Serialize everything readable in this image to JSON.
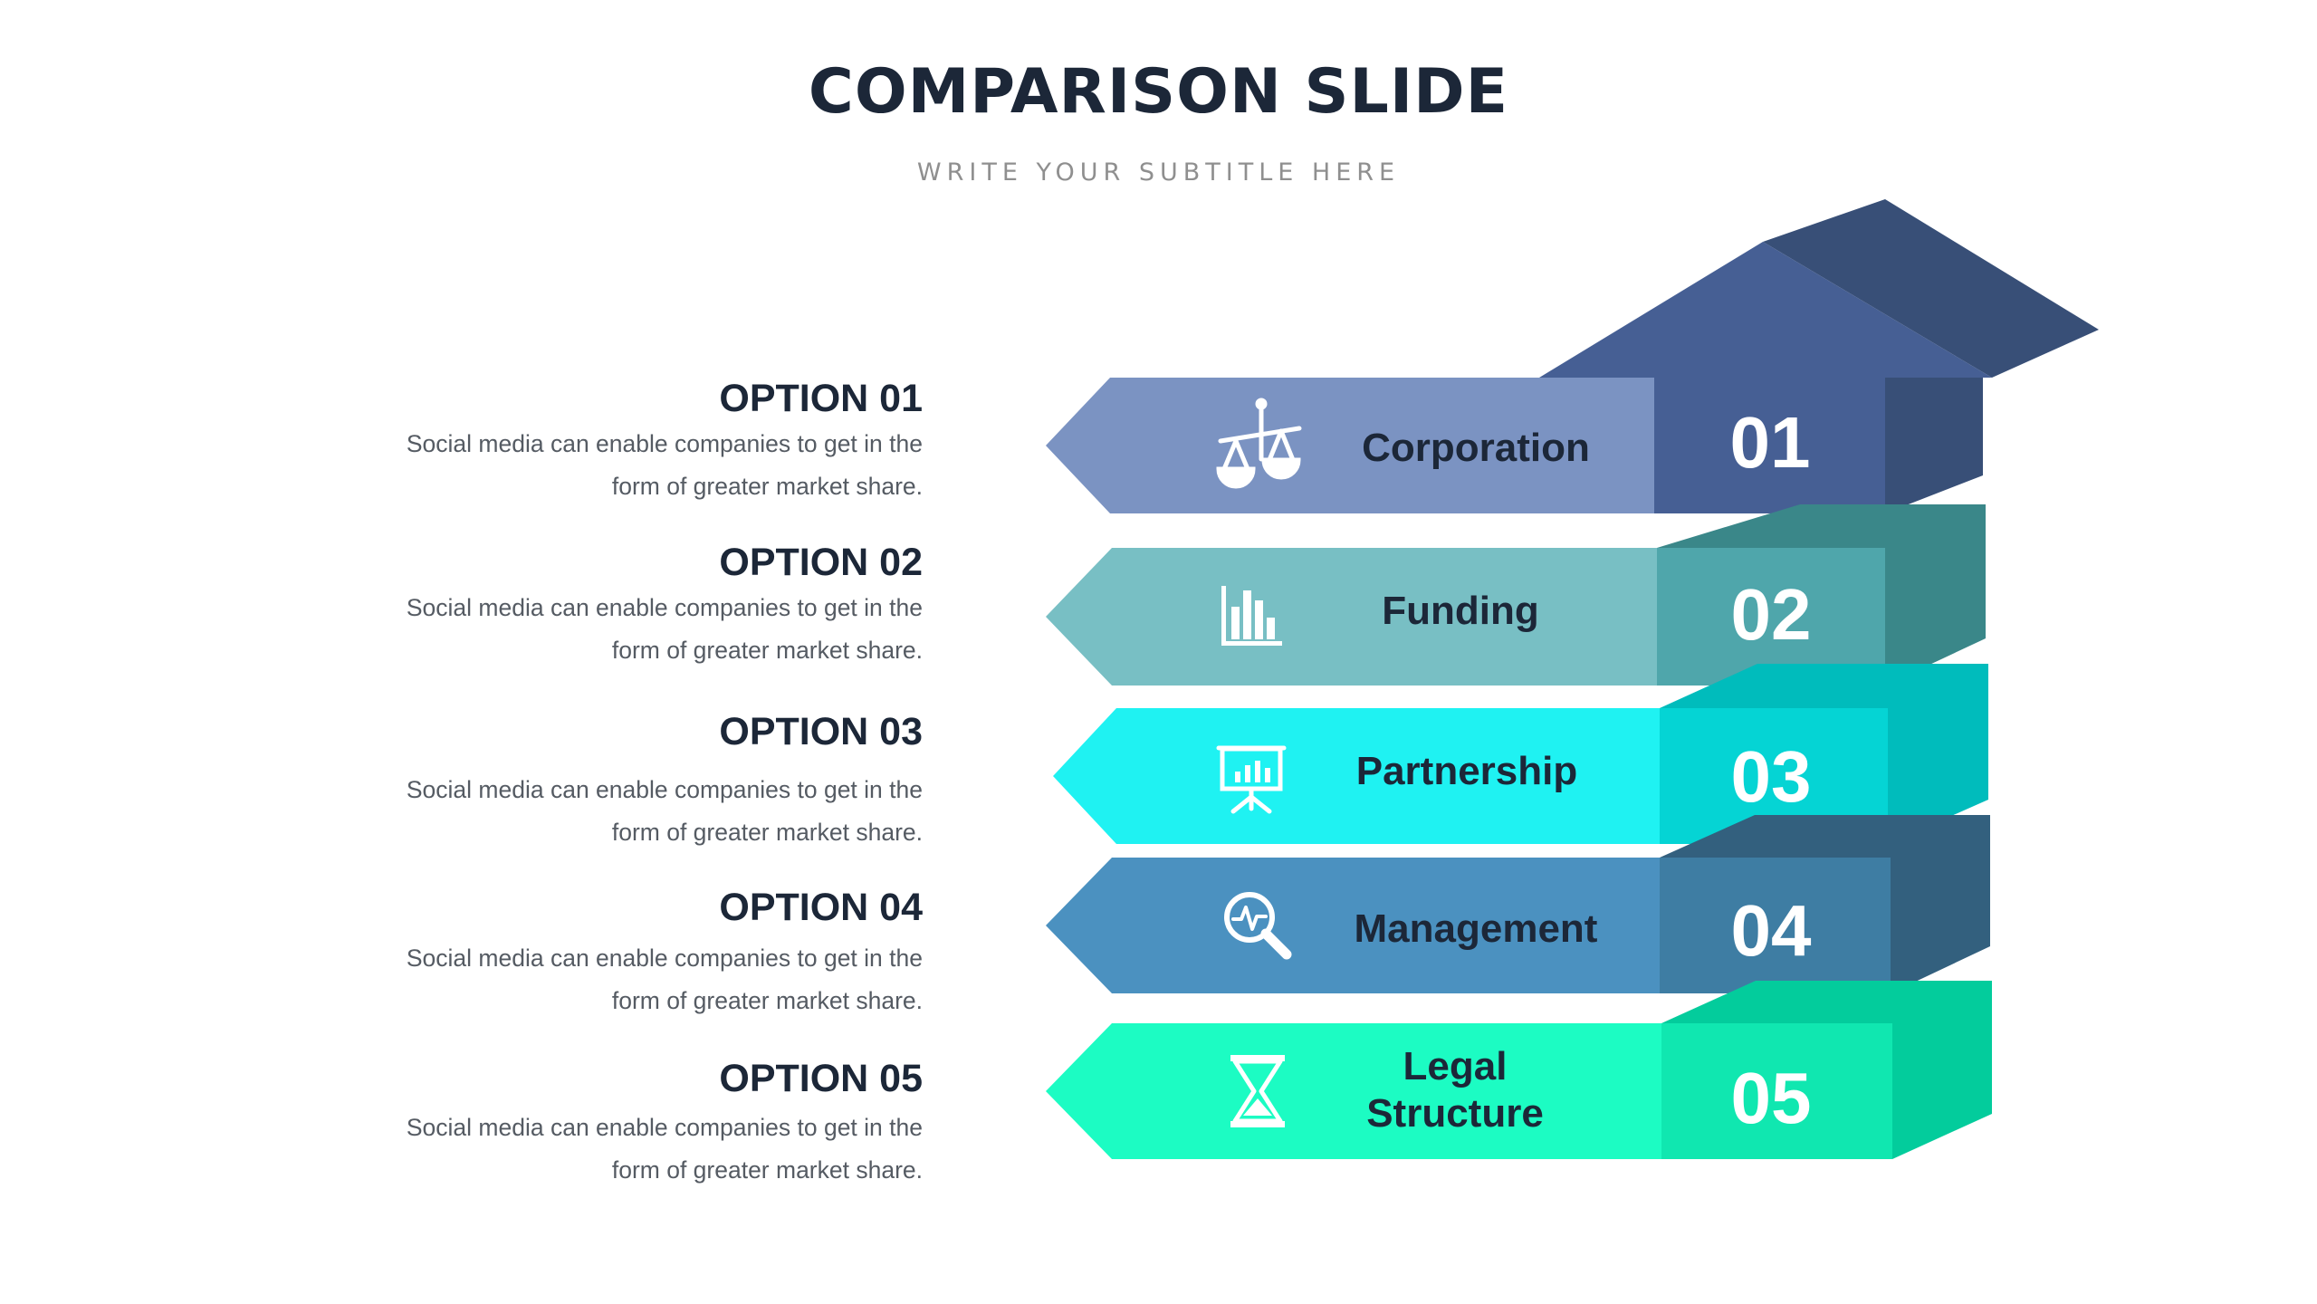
{
  "title": "COMPARISON SLIDE",
  "subtitle": "WRITE YOUR SUBTITLE HERE",
  "options": [
    {
      "title": "OPTION 01",
      "desc_line1": "Social media can enable companies to get in the",
      "desc_line2": "form of greater market share."
    },
    {
      "title": "OPTION 02",
      "desc_line1": "Social media can enable companies to get in the",
      "desc_line2": "form of greater market share."
    },
    {
      "title": "OPTION 03",
      "desc_line1": "Social media can enable companies to get in the",
      "desc_line2": "form of greater market share."
    },
    {
      "title": "OPTION 04",
      "desc_line1": "Social media can enable companies to get in the",
      "desc_line2": "form of greater market share."
    },
    {
      "title": "OPTION 05",
      "desc_line1": "Social media can enable companies to get in the",
      "desc_line2": "form of greater market share."
    }
  ],
  "steps": [
    {
      "label": "Corporation",
      "number": "01",
      "icon": "scales-icon",
      "colors": {
        "arrow": "#7b93c2",
        "front": "#465f94",
        "side": "#384f77"
      }
    },
    {
      "label": "Funding",
      "number": "02",
      "icon": "bar-chart-icon",
      "colors": {
        "arrow": "#78bfc4",
        "front": "#4fa6ab",
        "side": "#3a8789"
      }
    },
    {
      "label": "Partnership",
      "number": "03",
      "icon": "presentation-board-icon",
      "colors": {
        "arrow": "#1ff2f2",
        "front": "#05d4d4",
        "side": "#00bcbc"
      }
    },
    {
      "label": "Management",
      "number": "04",
      "icon": "magnifier-pulse-icon",
      "colors": {
        "arrow": "#4b91c0",
        "front": "#3e7da3",
        "side": "#33607e"
      }
    },
    {
      "label_line1": "Legal",
      "label_line2": "Structure",
      "number": "05",
      "icon": "hourglass-icon",
      "colors": {
        "arrow": "#1cfcc3",
        "front": "#10e7b0",
        "side": "#03cc9c"
      }
    }
  ],
  "roof_colors": {
    "front": "#465f94",
    "side": "#384f77"
  }
}
